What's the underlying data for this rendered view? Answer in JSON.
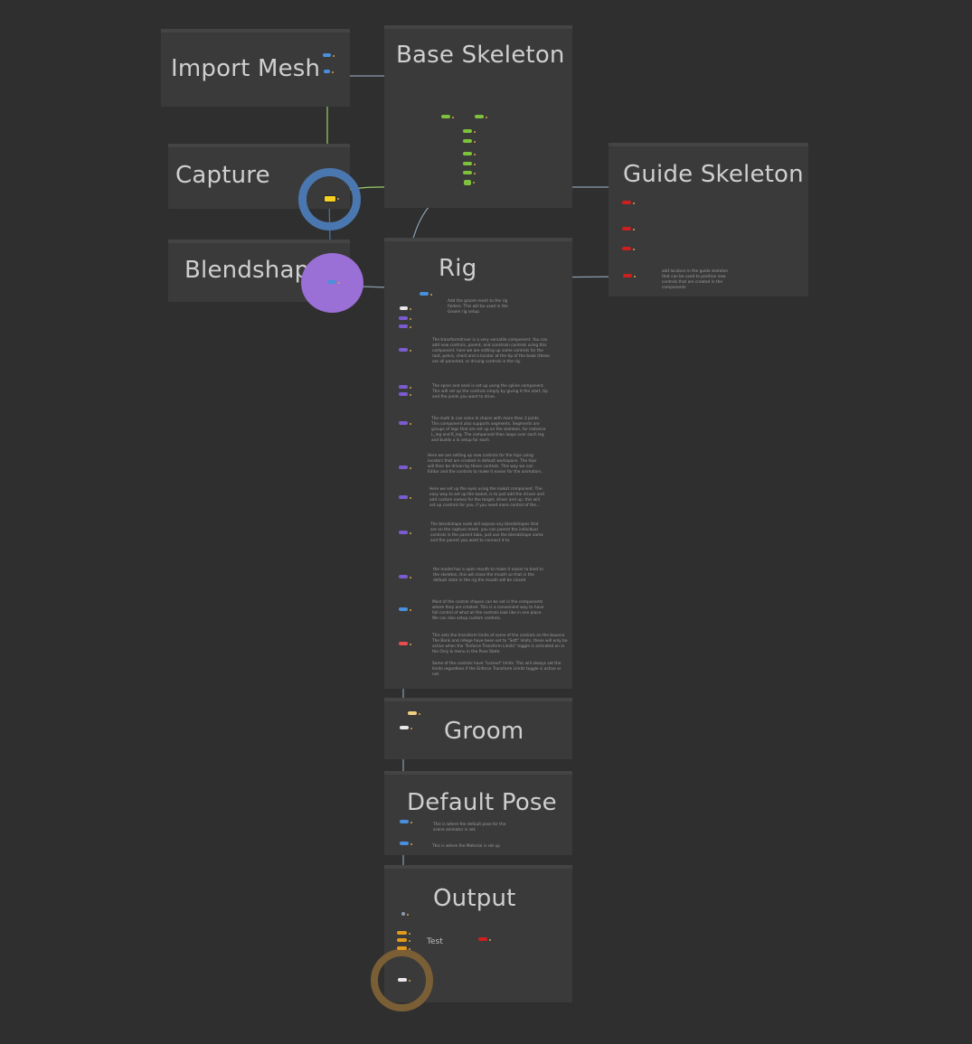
{
  "colors": {
    "background": "#2f2f2f",
    "network_box": "#3a3a3a",
    "wire": "#8a9db0",
    "wire_green": "#9ccc65",
    "skeleton_node": "#7dc23a",
    "guide_node": "#cc1f1f",
    "rig_node": "#7a5ccf",
    "blue_node": "#4a8fdc",
    "white_node": "#e8e8e8",
    "output_node": "#e29a1c",
    "capture_ring": "#4b77b0",
    "blendshape_ring": "#9a6fd6",
    "output_ring": "#8a6a3a"
  },
  "network_boxes": {
    "import_mesh": "Import Mesh",
    "base_skeleton": "Base Skeleton",
    "capture": "Capture",
    "guide_skeleton": "Guide Skeleton",
    "blendshapes": "Blendshapes",
    "rig": "Rig",
    "groom": "Groom",
    "default_pose": "Default Pose",
    "output": "Output"
  },
  "sticky_notes": {
    "guide": "add locators in the guide skeleton\nthat can be used to position new\ncontrols that are created in the\ncomponents",
    "rig_1": "Add the groom mesh to the rig\nfolders. This will be used in the\nGroom rig setup.",
    "rig_2": "The transformdriver is a very versatile component. You can\nadd new controls, parent, and constrain controls using this\ncomponent. here we are setting up some controls for the\nroot, pelvis, chest and a locator at the tip of the beak (these\nare all parented, or driving controls in the rig.",
    "rig_3": "The spine and neck is set up using the spline component.\nThis will set up the controls simply by giving it the start, tip\nand the joints you want to drive.",
    "rig_4": "The multi ik can solve ik chains with more than 3 joints.\nThis component also supports segments. Segments are\ngroups of legs that are set up on the skeleton, for instance\nL_leg and R_leg. The component then loops over each leg\nand builds a ik setup for each.",
    "rig_5": "Here we are setting up new controls for the hips using\nlocators that are created in default workspace. The hips\nwill then be driven by these controls. This way we can\nEditor and the controls to make it easier for the animators.",
    "rig_6": "Here we set up the eyes using the lookat component. The\neasy way to set up the lookat, is to just add the driven and\nadd custom names for the target, driver and up. this will\nset up controls for you, if you need more control of the...",
    "rig_7": "The blendshape node will expose any blendshapes that\nare on the capture mesh. you can parent the individual\ncontrols in the parent tabs, just use the blendshape name\nand the parent you want to connect it to.",
    "rig_8": "the model has a open mouth to make it easier to bind to\nthe skeleton, this will close the mouth so that in the\ndefault state in the rig the mouth will be closed",
    "rig_9": "Most of the control shapes can be set in the components\nwhere they are created. This is a convenient way to have\nfull control of what all the controls look like in one place.\nWe can also setup custom controls.",
    "rig_10": "This sets the transform limits of some of the controls on the bounce.\nThe Bank and ridege have been set to \"Soft\" limits, these will only be\nactive when the \"Enforce Transform Limits\" toggle is activated on in\nthe Only & menu in the Pose State.",
    "rig_11": "Some of the controls have \"Locked\" limits. This will always set the\nlimits regardless if the Enforce Transform Limits toggle is active or\nnot.",
    "default_pose_1": "This is where the default pose for the\nscene animator is set.",
    "default_pose_2": "This is where the Material is set up"
  },
  "output_label": "Test"
}
